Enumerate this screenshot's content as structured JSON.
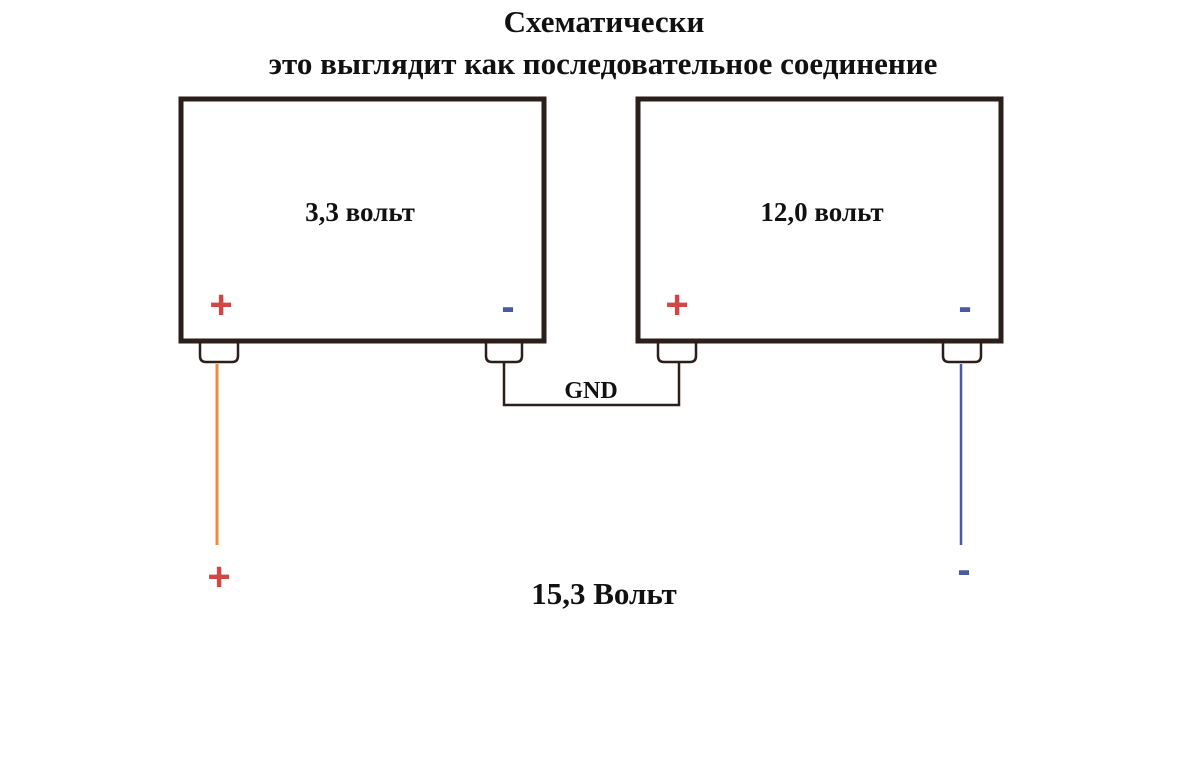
{
  "title": {
    "line1": "Схематически",
    "line2": "это выглядит как последовательное соединение"
  },
  "batteries": [
    {
      "label": "3,3 вольт",
      "plus_sign": "+",
      "minus_sign": "-"
    },
    {
      "label": "12,0 вольт",
      "plus_sign": "+",
      "minus_sign": "-"
    }
  ],
  "gnd_label": "GND",
  "output": {
    "plus_sign": "+",
    "minus_sign": "-",
    "total_label": "15,3 Вольт"
  },
  "colors": {
    "plus": "#d24646",
    "minus": "#4a5aa0",
    "wire_positive": "#f08a3a",
    "wire_negative": "#4a5aa0",
    "outline": "#2a1f1a",
    "text": "#111111"
  }
}
